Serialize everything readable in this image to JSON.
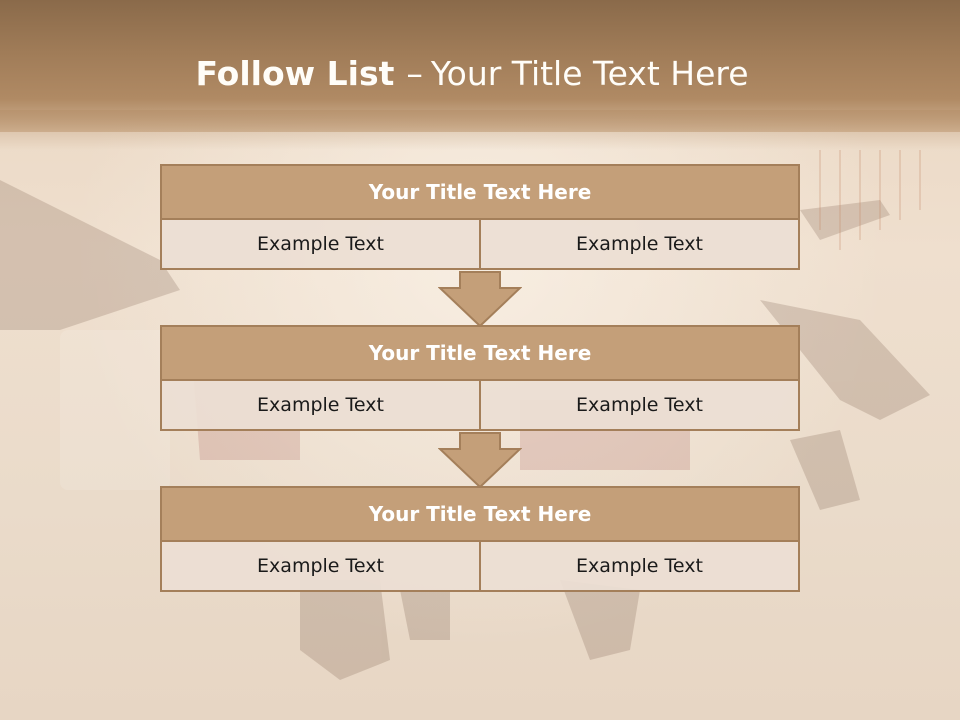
{
  "header": {
    "title_bold": "Follow List",
    "title_dash": "–",
    "title_rest": "Your Title Text Here"
  },
  "blocks": [
    {
      "title": "Your Title Text Here",
      "left": "Example Text",
      "right": "Example Text"
    },
    {
      "title": "Your Title Text Here",
      "left": "Example Text",
      "right": "Example Text"
    },
    {
      "title": "Your Title Text Here",
      "left": "Example Text",
      "right": "Example Text"
    }
  ],
  "colors": {
    "header": "#a07c58",
    "block_title_fill": "#c49f79",
    "block_border": "#a47f5a",
    "cell_fill": "#ebded4",
    "arrow_fill": "#c49f79"
  }
}
